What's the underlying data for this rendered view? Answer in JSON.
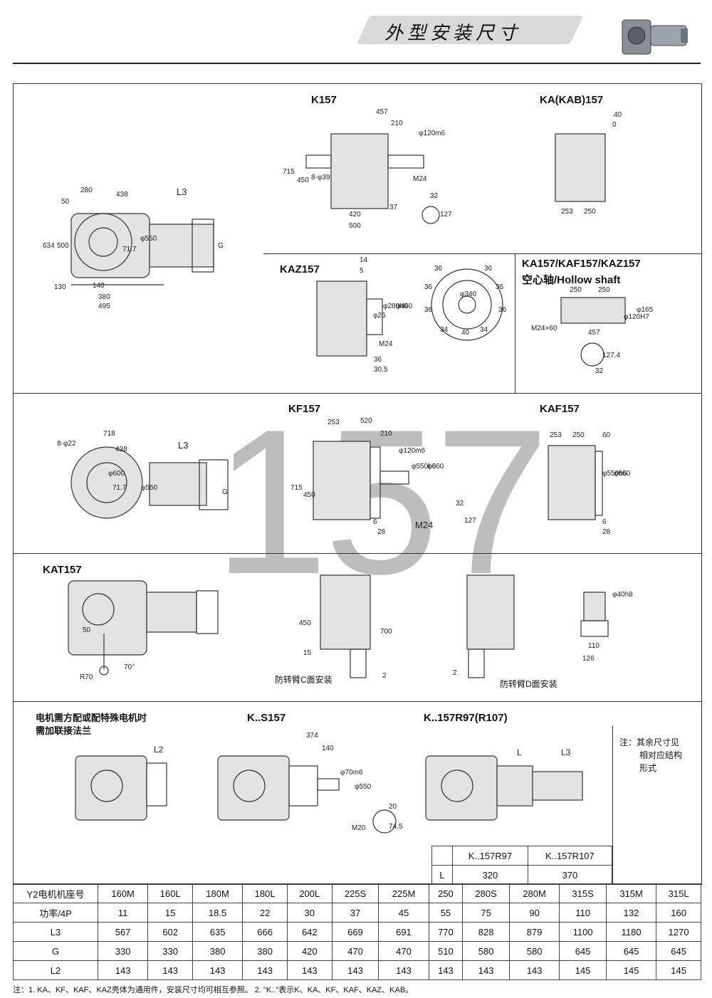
{
  "header": {
    "title": "外型安装尺寸"
  },
  "big_number": "157",
  "sections": {
    "k157": {
      "label": "K157",
      "dims": [
        "457",
        "210",
        "φ120m6",
        "715",
        "450",
        "8-φ39",
        "M24",
        "420",
        "500",
        "37",
        "32",
        "127"
      ]
    },
    "ka157": {
      "label": "KA(KAB)157",
      "dims": [
        "40",
        "0",
        "253",
        "250"
      ]
    },
    "side": {
      "dims": [
        "280",
        "438",
        "L3",
        "50",
        "634",
        "500",
        "φ550",
        "71.7",
        "G",
        "130",
        "140",
        "380",
        "495"
      ]
    },
    "kaz157": {
      "label": "KAZ157",
      "dims": [
        "14",
        "5",
        "φ26",
        "φ280h6",
        "φ400",
        "M24",
        "36",
        "30.5"
      ]
    },
    "flange": {
      "dims": [
        "36",
        "36",
        "36",
        "36",
        "φ340",
        "36",
        "34",
        "40",
        "34",
        "36"
      ]
    },
    "hollow": {
      "label": "KA157/KAF157/KAZ157",
      "label2": "空心轴/Hollow shaft",
      "dims": [
        "250",
        "250",
        "φ165",
        "φ120H7",
        "M24×60",
        "457",
        "127.4",
        "32"
      ]
    },
    "kf157": {
      "label": "KF157",
      "dims": [
        "253",
        "520",
        "210",
        "φ120m6",
        "φ550h6",
        "φ660",
        "715",
        "450",
        "6",
        "28",
        "M24",
        "32",
        "127"
      ]
    },
    "kf_side": {
      "dims": [
        "718",
        "8-φ22",
        "438",
        "L3",
        "φ600",
        "71.7",
        "φ550",
        "G"
      ]
    },
    "kaf157": {
      "label": "KAF157",
      "dims": [
        "253",
        "250",
        "60",
        "φ550h6",
        "φ660",
        "6",
        "28"
      ]
    },
    "kat157": {
      "label": "KAT157",
      "dims": [
        "50",
        "R70",
        "70°",
        "450",
        "15",
        "700",
        "2",
        "2",
        "φ40h8",
        "110",
        "126"
      ],
      "cap_c": "防转臂C面安装",
      "cap_d": "防转臂D面安装"
    },
    "ks157": {
      "label": "K..S157",
      "dims": [
        "374",
        "140",
        "φ70m6",
        "φ550",
        "20",
        "74.5",
        "M20"
      ]
    },
    "kr": {
      "label": "K..157R97(R107)",
      "dims": [
        "L",
        "L3"
      ]
    },
    "motor_note": "电机需方配或配特殊电机时",
    "motor_note2": "需加联接法兰",
    "l2": "L2",
    "side_note": [
      "注：其余尺寸见",
      "相对应结构",
      "形式"
    ]
  },
  "small_table": {
    "headers": [
      "K..157R97",
      "K..157R107"
    ],
    "row_label": "L",
    "values": [
      "320",
      "370"
    ]
  },
  "main_table": {
    "rows": [
      {
        "label": "Y2电机机座号",
        "cells": [
          "160M",
          "160L",
          "180M",
          "180L",
          "200L",
          "225S",
          "225M",
          "250",
          "280S",
          "280M",
          "315S",
          "315M",
          "315L"
        ]
      },
      {
        "label": "功率/4P",
        "cells": [
          "11",
          "15",
          "18.5",
          "22",
          "30",
          "37",
          "45",
          "55",
          "75",
          "90",
          "110",
          "132",
          "160"
        ]
      },
      {
        "label": "L3",
        "cells": [
          "567",
          "602",
          "635",
          "666",
          "642",
          "669",
          "691",
          "770",
          "828",
          "879",
          "1100",
          "1180",
          "1270"
        ]
      },
      {
        "label": "G",
        "cells": [
          "330",
          "330",
          "380",
          "380",
          "420",
          "470",
          "470",
          "510",
          "580",
          "580",
          "645",
          "645",
          "645"
        ]
      },
      {
        "label": "L2",
        "cells": [
          "143",
          "143",
          "143",
          "143",
          "143",
          "143",
          "143",
          "143",
          "143",
          "143",
          "145",
          "145",
          "145"
        ]
      }
    ]
  },
  "footnote": "注：1. KA、KF、KAF、KAZ壳体为通用件，安装尺寸均可相互参照。  2. \"K..\"表示K、KA、KF、KAF、KAZ、KAB。"
}
